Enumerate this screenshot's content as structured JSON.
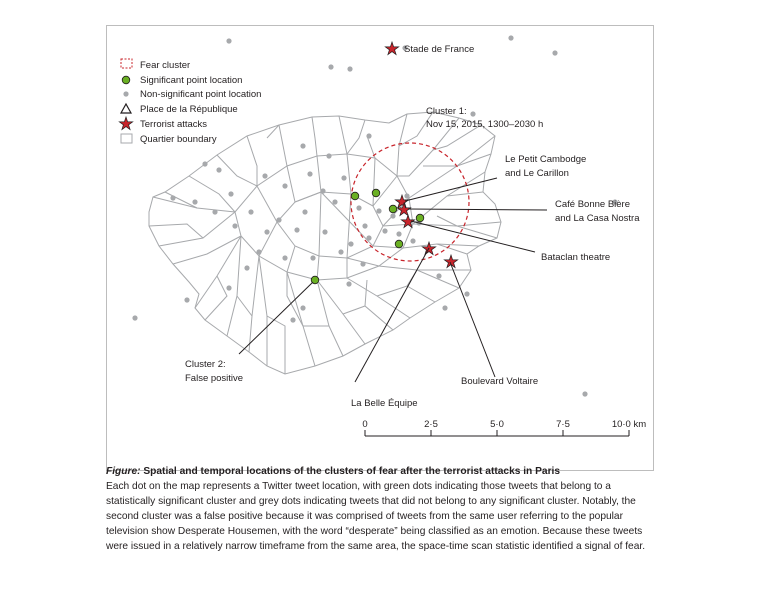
{
  "legend": {
    "fear_cluster": "Fear cluster",
    "significant_point": "Significant point location",
    "non_significant_point": "Non-significant point location",
    "place_republique": "Place de la République",
    "terrorist_attacks": "Terrorist attacks",
    "quartier_boundary": "Quartier boundary"
  },
  "colors": {
    "significant": "#6ab023",
    "non_significant": "#a7a9ac",
    "attack_fill": "#c8242b",
    "fear_cluster": "#c8242b",
    "boundary": "#a7a9ac"
  },
  "labels": {
    "stade": "Stade de France",
    "cluster1_line1": "Cluster 1:",
    "cluster1_line2": "Nov 15, 2015, 1300–2030 h",
    "petit_cambodge_1": "Le Petit Cambodge",
    "petit_cambodge_2": "and Le Carillon",
    "bonne_biere_1": "Café Bonne Bière",
    "bonne_biere_2": "and La Casa Nostra",
    "bataclan": "Bataclan theatre",
    "cluster2_line1": "Cluster 2:",
    "cluster2_line2": "False positive",
    "voltaire": "Boulevard Voltaire",
    "belle_equipe": "La Belle Équipe"
  },
  "scale": {
    "ticks": [
      "0",
      "2·5",
      "5·0",
      "7·5",
      "10·0 km"
    ]
  },
  "caption": {
    "figure_label": "Figure:",
    "title": " Spatial and temporal locations of the clusters of fear after the terrorist attacks in Paris",
    "body": "Each dot on the map represents a Twitter tweet location, with green dots indicating those tweets that belong to a statistically significant cluster and grey dots indicating tweets that did not belong to any significant cluster. Notably, the second cluster was a false positive because it was comprised of tweets from the same user referring to the popular television show Desperate Housemen, with the word “desperate” being classified as an emotion. Because these tweets were issued in a relatively narrow timeframe from the same area, the space-time scan statistic identified a signal of fear."
  }
}
